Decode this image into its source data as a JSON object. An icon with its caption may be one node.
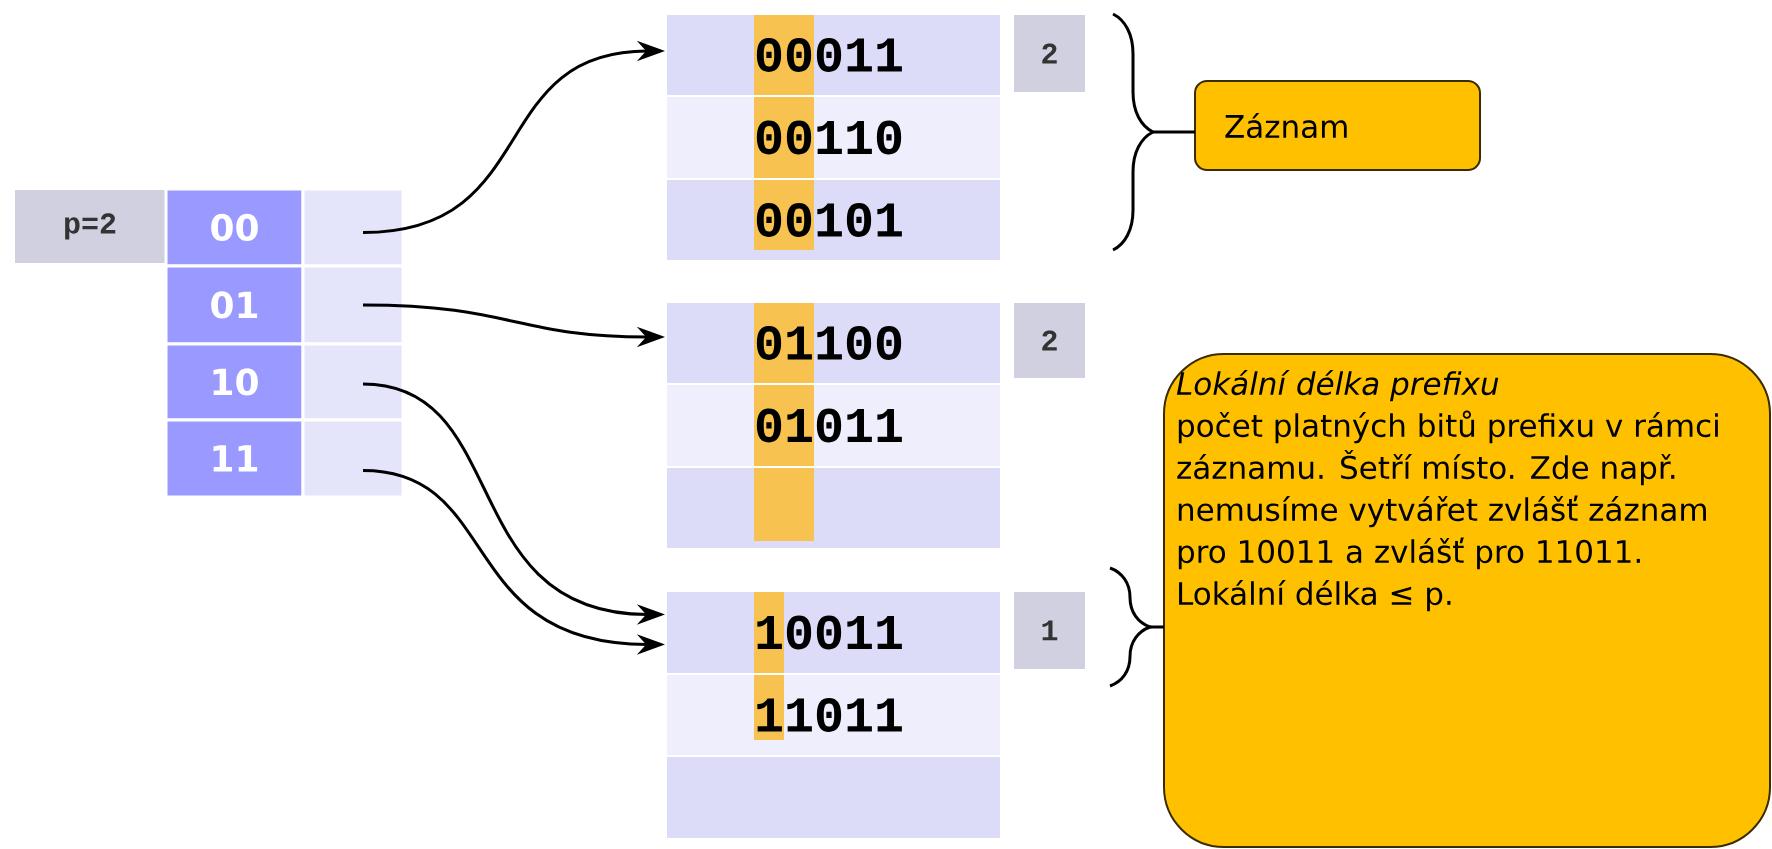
{
  "diagram": {
    "nodes": [
      {
        "text": [
          "p=2"
        ]
      },
      {
        "text": [
          "00"
        ]
      },
      {
        "text": [],
        "shape": "box"
      },
      {
        "text": [
          "01"
        ]
      },
      {
        "text": [],
        "shape": "box"
      },
      {
        "text": [
          "10"
        ]
      },
      {
        "text": [],
        "shape": "box"
      },
      {
        "text": [
          "11"
        ]
      },
      {
        "text": [],
        "shape": "box"
      },
      {
        "text": [
          "00011"
        ]
      },
      {
        "text": [
          "2"
        ]
      },
      {
        "text": [
          "00110"
        ]
      },
      {
        "text": [
          "00101"
        ]
      },
      {
        "text": [
          "Záznam"
        ]
      },
      {
        "text": [
          "01100"
        ]
      },
      {
        "text": [
          "2"
        ]
      },
      {
        "text": [
          "01011"
        ]
      },
      {
        "text": [],
        "shape": "box"
      },
      {
        "text": [
          "Lokální délka prefixu",
          "počet platných bitů prefixu v rámci záznamu. Šetří místo. Zde např. nemusíme vytvářet zvlášť záznam pro 10011 a zvlášť pro 11011.",
          "Lokální délka ≤ p."
        ]
      },
      {
        "text": [
          "10011"
        ]
      },
      {
        "text": [
          "1"
        ]
      },
      {
        "text": [
          "11011"
        ]
      },
      {
        "text": [],
        "shape": "box"
      }
    ],
    "edges": [
      {
        "from": 2,
        "to": 9,
        "arrow": "to"
      },
      {
        "from": 4,
        "to": 14,
        "arrow": "to"
      },
      {
        "from": 6,
        "to": 19,
        "arrow": "to"
      },
      {
        "from": 8,
        "to": 19,
        "arrow": "to"
      }
    ]
  }
}
